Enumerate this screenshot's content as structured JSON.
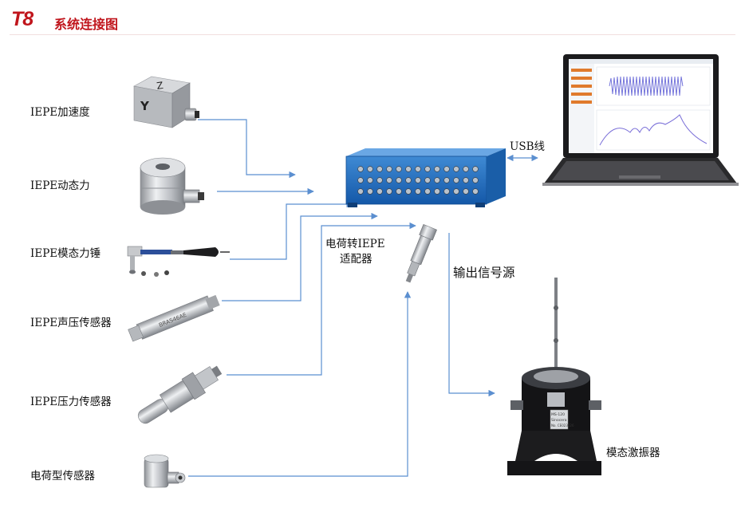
{
  "header": {
    "model": "T8",
    "subtitle": "系统连接图"
  },
  "sensors": [
    {
      "label": "IEPE加速度"
    },
    {
      "label": "IEPE动态力"
    },
    {
      "label": "IEPE模态力锤"
    },
    {
      "label": "IEPE声压传感器"
    },
    {
      "label": "IEPE压力传感器"
    },
    {
      "label": "电荷型传感器"
    }
  ],
  "adapter": {
    "label_line1": "电荷转IEPE",
    "label_line2": "适配器"
  },
  "usb": {
    "label": "USB线"
  },
  "output": {
    "label": "输出信号源"
  },
  "shaker": {
    "label": "模态激振器"
  },
  "sensor_markings": {
    "accel_top": "Z",
    "accel_front": "Y",
    "mic_text": "BRAS46AE",
    "shaker_plate_line1": "MS-120",
    "shaker_plate_line2": "Sinocera",
    "shaker_plate_line3": "No. CE023026"
  },
  "colors": {
    "title": "#c0151c",
    "arrow": "#5b8fd0",
    "daq": "#1d6fc0"
  }
}
